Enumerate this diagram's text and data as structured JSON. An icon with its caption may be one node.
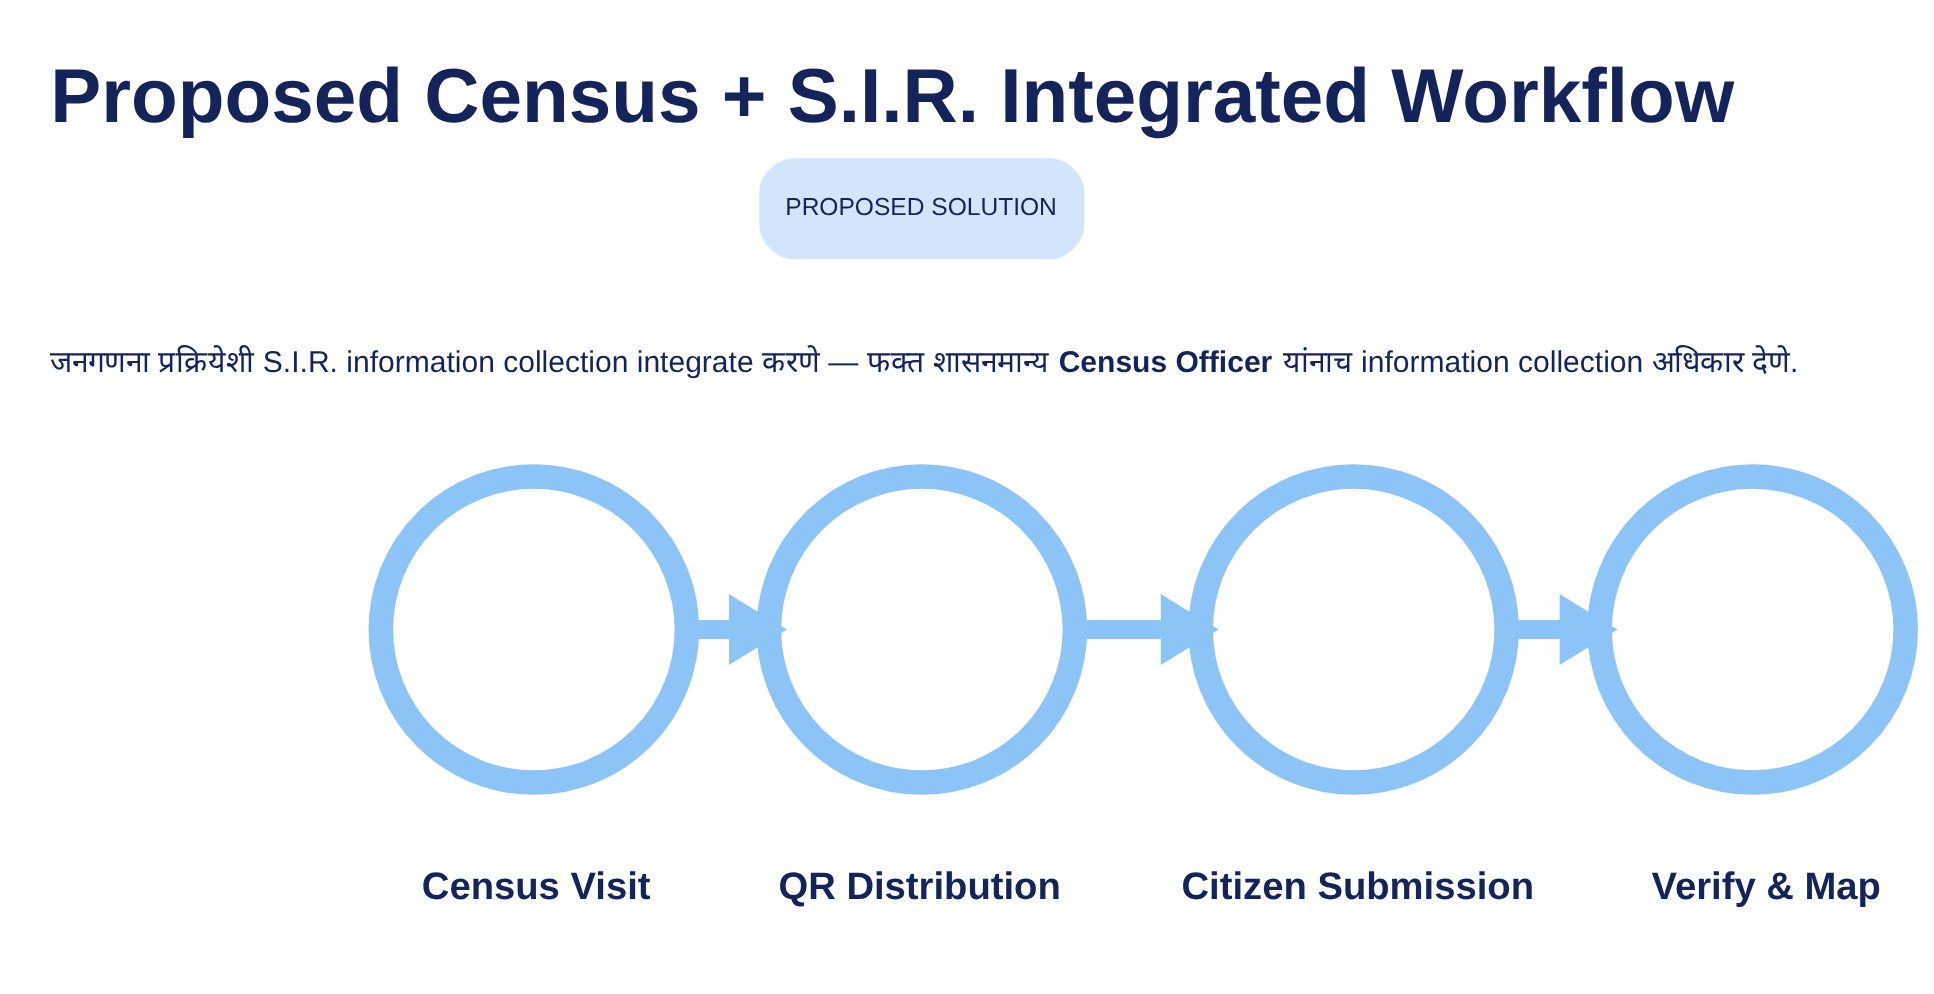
{
  "diagram": {
    "title": "Proposed Census + S.I.R. Integrated Workflow",
    "nodes": [
      {
        "text": [],
        "shape": "circle",
        "beside": [
          "Census Visit"
        ]
      },
      {
        "text": [],
        "shape": "circle",
        "beside": [
          "QR Distribution"
        ]
      },
      {
        "text": [],
        "shape": "circle",
        "beside": [
          "Citizen Submission"
        ]
      },
      {
        "text": [],
        "shape": "circle",
        "beside": [
          "Verify & Map"
        ]
      }
    ],
    "edges": [
      {
        "from": 0,
        "to": 1,
        "arrow": "to"
      },
      {
        "from": 1,
        "to": 2,
        "arrow": "to"
      },
      {
        "from": 2,
        "to": 3,
        "arrow": "to"
      }
    ],
    "labels": [
      "PROPOSED SOLUTION",
      "जनगणना प्रक्रियेशी S.I.R. information collection integrate करणे — फक्त शासनमान्य **Census Officer** यांनाच information collection अधिकार देणे."
    ]
  }
}
